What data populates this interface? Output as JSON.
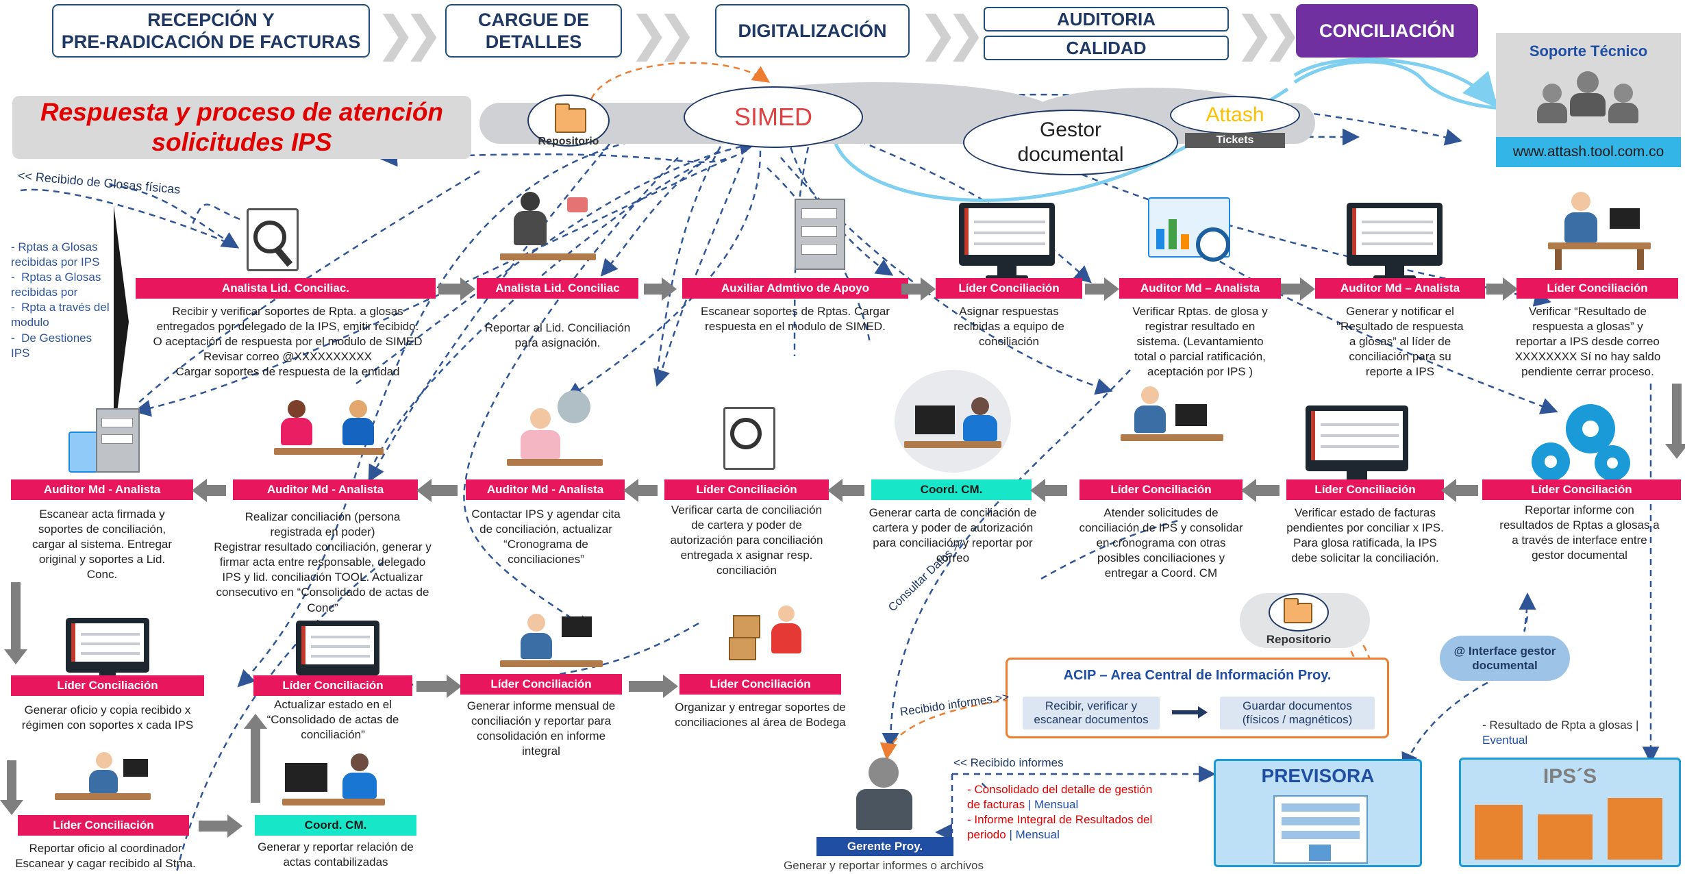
{
  "phases": {
    "p1": "RECEPCIÓN Y\nPRE-RADICACIÓN DE FACTURAS",
    "p2": "CARGUE DE\nDETALLES",
    "p3": "DIGITALIZACIÓN",
    "p4a": "AUDITORIA",
    "p4b": "CALIDAD",
    "p5": "CONCILIACIÓN"
  },
  "title": "Respuesta y proceso de atención\nsolicitudes IPS",
  "systems": {
    "repositorio": "Repositorio",
    "simed": "SIMED",
    "attash": "Attash",
    "tickets": "Tickets",
    "gestor": "Gestor\ndocumental",
    "soporte_title": "Soporte Técnico",
    "soporte_url": "www.attash.tool.com.co"
  },
  "left_panel": {
    "recibido": "<< Recibido de Glosas físicas",
    "items": [
      "- Rptas a Glosas recibidas por IPS",
      "-  Rptas a Glosas recibidas por",
      "-  Rpta a través del modulo",
      "-  De Gestiones IPS"
    ]
  },
  "row1": [
    {
      "role": "Analista Lid. Conciliac.",
      "desc": "Recibir y verificar soportes de Rpta. a glosas\nentregados por delegado de la IPS, emitir recibido.\nO aceptación de respuesta por el modulo de SIMED\nRevisar correo  @XXXXXXXXXX\nCargar soportes de respuesta de la entidad"
    },
    {
      "role": "Analista Lid. Conciliac",
      "desc": "Reportar al Lid. Conciliación\npara asignación."
    },
    {
      "role": "Auxiliar Admtivo de Apoyo",
      "desc": "Escanear soportes de Rptas. Cargar\nrespuesta en el modulo de SIMED."
    },
    {
      "role": "Líder Conciliación",
      "desc": "Asignar respuestas\nrecibidas a equipo de\nconciliación"
    },
    {
      "role": "Auditor Md – Analista",
      "desc": "Verificar Rptas. de glosa y\nregistrar resultado en\nsistema. (Levantamiento\ntotal o parcial ratificación,\naceptación por IPS )"
    },
    {
      "role": "Auditor Md – Analista",
      "desc": "Generar y notificar el\n“Resultado de respuesta\na glosas” al líder de\nconciliación para su\nreporte a IPS"
    },
    {
      "role": "Líder Conciliación",
      "desc": "Verificar “Resultado de\nrespuesta a glosas” y\nreportar a IPS desde correo\nXXXXXXXX Sí no hay saldo\npendiente cerrar proceso."
    }
  ],
  "row2": [
    {
      "role": "Auditor Md - Analista",
      "desc": "Escanear acta firmada y\nsoportes de conciliación,\ncargar al sistema. Entregar\noriginal y soportes a Lid.\nConc."
    },
    {
      "role": "Auditor Md - Analista",
      "desc": "Realizar conciliación (persona\nregistrada en poder)\nRegistrar resultado conciliación, generar y\nfirmar acta entre responsable, delegado\nIPS y lid. conciliación TOOL. Actualizar\nconsecutivo en “Consolidado de actas de\nConc”"
    },
    {
      "role": "Auditor Md - Analista",
      "desc": "Contactar  IPS  y agendar cita\nde conciliación, actualizar\n“Cronograma de\nconciliaciones”"
    },
    {
      "role": "Líder Conciliación",
      "desc": "Verificar carta de conciliación\nde cartera y poder de\nautorización para conciliación\nentregada x  asignar resp.\nconciliación"
    },
    {
      "role": "Coord. CM.",
      "desc": "Generar carta de conciliación de\ncartera y poder de autorización\npara conciliación y reportar por\ncorreo"
    },
    {
      "role": "Líder Conciliación",
      "desc": "Atender solicitudes de\nconciliación de IPS y consolidar\nen cronograma con otras\nposibles conciliaciones y\nentregar a Coord. CM"
    },
    {
      "role": "Líder Conciliación",
      "desc": "Verificar estado de facturas\npendientes por conciliar x IPS.\nPara glosa ratificada, la IPS\ndebe solicitar la conciliación."
    },
    {
      "role": "Líder Conciliación",
      "desc": "Reportar informe con\nresultados de Rptas a glosas a\na través de interface entre\ngestor documental"
    }
  ],
  "row3": [
    {
      "role": "Líder Conciliación",
      "desc": "Generar oficio y copia recibido x\nrégimen con soportes x cada IPS"
    },
    {
      "role": "Líder Conciliación",
      "desc": "Actualizar estado en el\n“Consolidado de actas de\nconciliación”"
    },
    {
      "role": "Líder Conciliación",
      "desc": "Generar informe mensual de\nconciliación  y reportar para\nconsolidación en informe\nintegral"
    },
    {
      "role": "Líder Conciliación",
      "desc": "Organizar y entregar soportes de\nconciliaciones al área de Bodega"
    }
  ],
  "row4": [
    {
      "role": "Líder Conciliación",
      "desc": "Reportar oficio al coordinador\nEscanear y cagar recibido al Stma."
    },
    {
      "role": "Coord. CM.",
      "desc": "Generar y reportar relación de\nactas contabilizadas"
    }
  ],
  "acip": {
    "title": "ACIP – Area Central de Información Proy.",
    "box1": "Recibir, verificar y\nescanear documentos",
    "box2": "Guardar documentos\n(físicos / magnéticos)",
    "repositorio": "Repositorio"
  },
  "labels": {
    "consultar": "Consultar Datos >>",
    "recibido_informes_1": "Recibido informes >>",
    "recibido_informes_2": "<< Recibido informes",
    "interface": "@ Interface gestor\ndocumental"
  },
  "gerente": {
    "role": "Gerente Proy.",
    "desc": "Generar y reportar informes o archivos"
  },
  "reports": {
    "r1a": "- Consolidado del detalle de gestión\nde facturas",
    "r1b": "| Mensual",
    "r2a": "- Informe Integral de Resultados del\nperiodo",
    "r2b": "| Mensual"
  },
  "previsora": "PREVISORA",
  "ips": {
    "title": "IPS´S",
    "note_a": "- Resultado de Rpta a glosas |",
    "note_b": "Eventual"
  },
  "colors": {
    "magenta": "#e8175d",
    "teal": "#17e6c8",
    "purple": "#7030a0",
    "navy": "#1f3864",
    "blue_dash": "#2f5597",
    "orange_dash": "#ed7d31",
    "light_blue": "#7fd0f0"
  }
}
